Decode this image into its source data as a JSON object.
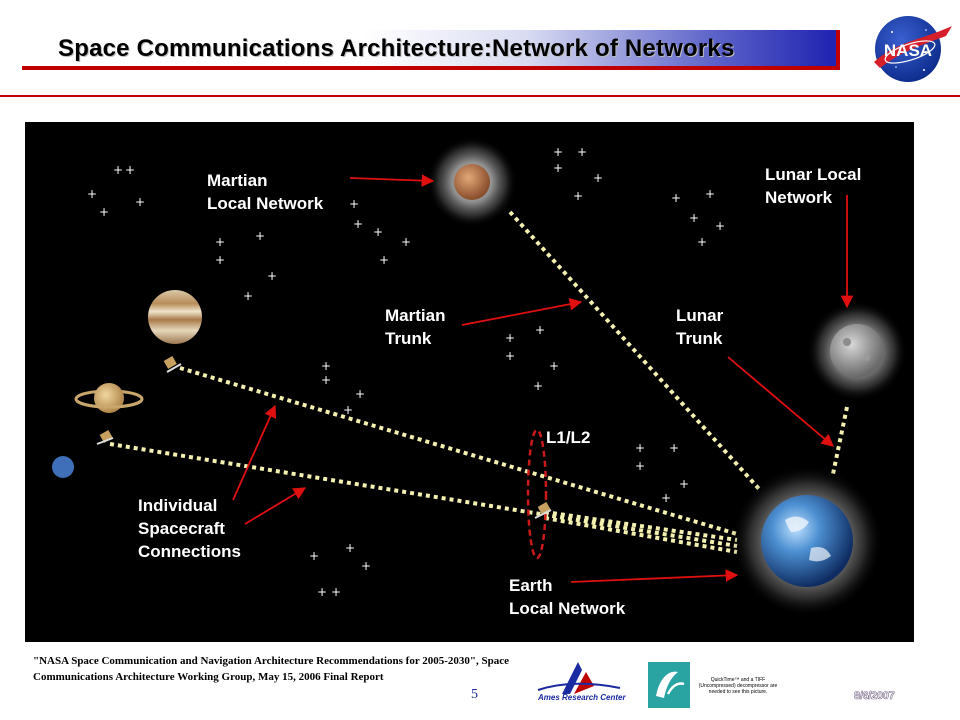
{
  "slide": {
    "title": "Space Communications Architecture:Network of Networks",
    "page_number": "5",
    "date": "8/6/2007",
    "reference": "\"NASA Space Communication and Navigation Architecture Recommendations for 2005-2030\", Space Communications Architecture Working Group, May 15, 2006 Final Report"
  },
  "logos": {
    "nasa_text": "NASA",
    "ames_text": "Ames Research Center",
    "quicktime_note": "QuickTime™ and a TIFF (Uncompressed) decompressor are needed to see this picture."
  },
  "diagram": {
    "labels": {
      "martian_local": "Martian\nLocal Network",
      "lunar_local": "Lunar Local\nNetwork",
      "martian_trunk": "Martian\nTrunk",
      "lunar_trunk": "Lunar\nTrunk",
      "l1l2": "L1/L2",
      "individual": "Individual\nSpacecraft\nConnections",
      "earth_local": "Earth\nLocal Network"
    },
    "colors": {
      "arrow": "#e01010",
      "link": "#f3f0b0",
      "ellipse": "#cc1a1a"
    }
  }
}
